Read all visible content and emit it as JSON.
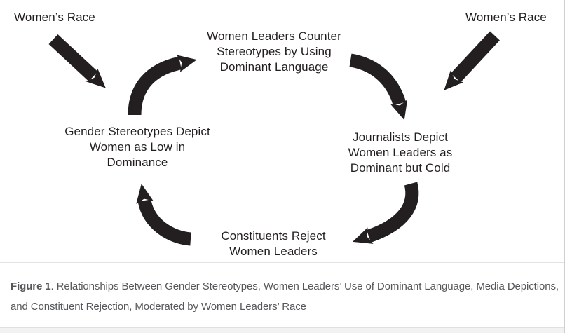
{
  "figure": {
    "nodes": {
      "women_race_left": {
        "id": "women-race-left",
        "label": "Women’s Race"
      },
      "women_race_right": {
        "id": "women-race-right",
        "label": "Women’s Race"
      },
      "counter": {
        "id": "counter-stereotypes",
        "label": "Women Leaders Counter\nStereotypes by Using\nDominant Language"
      },
      "gender": {
        "id": "gender-stereotypes",
        "label": "Gender Stereotypes Depict\nWomen as Low in\nDominance"
      },
      "journalists": {
        "id": "journalists-depict",
        "label": "Journalists Depict\nWomen Leaders as\nDominant but Cold"
      },
      "constituents": {
        "id": "constituents-reject",
        "label": "Constituents Reject\nWomen Leaders"
      }
    },
    "edges": [
      {
        "from": "women-race-left",
        "to": "gender-stereotypes",
        "style": "straight"
      },
      {
        "from": "gender-stereotypes",
        "to": "counter-stereotypes",
        "style": "curved"
      },
      {
        "from": "counter-stereotypes",
        "to": "journalists-depict",
        "style": "curved"
      },
      {
        "from": "women-race-right",
        "to": "journalists-depict",
        "style": "straight"
      },
      {
        "from": "journalists-depict",
        "to": "constituents-reject",
        "style": "curved"
      },
      {
        "from": "constituents-reject",
        "to": "gender-stereotypes",
        "style": "curved"
      }
    ],
    "colors": {
      "ink": "#231f20",
      "background": "#ffffff",
      "caption_text": "#56575a",
      "divider": "#e2e2e2",
      "bottom_strip": "#f2f2f2",
      "right_edge_line": "#cfcfcf"
    }
  },
  "caption": {
    "title": "Figure 1",
    "body": ". Relationships Between Gender Stereotypes, Women Leaders’ Use of Dominant Language, Media Depictions,\nand Constituent Rejection, Moderated by Women Leaders’ Race"
  }
}
